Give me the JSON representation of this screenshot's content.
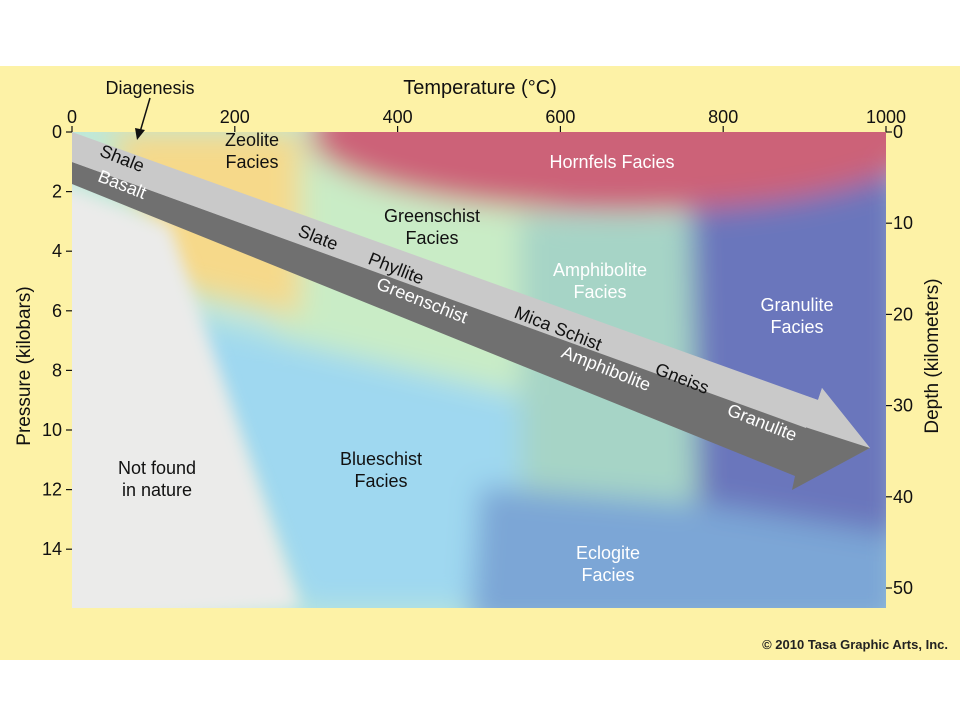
{
  "title_top": "Temperature (°C)",
  "diagenesis_label": "Diagenesis",
  "left_axis_label": "Pressure (kilobars)",
  "right_axis_label": "Depth (kilometers)",
  "top_ticks": [
    "0",
    "200",
    "400",
    "600",
    "800",
    "1000"
  ],
  "left_ticks": [
    "0",
    "2",
    "4",
    "6",
    "8",
    "10",
    "12",
    "14"
  ],
  "right_ticks": [
    "0",
    "10",
    "20",
    "30",
    "40",
    "50"
  ],
  "facies": {
    "zeolite": [
      "Zeolite",
      "Facies"
    ],
    "hornfels": [
      "Hornfels Facies"
    ],
    "greenschist": [
      "Greenschist",
      "Facies"
    ],
    "amphibolite": [
      "Amphibolite",
      "Facies"
    ],
    "granulite": [
      "Granulite",
      "Facies"
    ],
    "blueschist": [
      "Blueschist",
      "Facies"
    ],
    "eclogite": [
      "Eclogite",
      "Facies"
    ],
    "not_found": [
      "Not found",
      "in nature"
    ]
  },
  "arrow_upper": [
    "Shale",
    "Slate",
    "Phyllite",
    "Mica Schist",
    "Gneiss"
  ],
  "arrow_lower": [
    "Basalt",
    "Greenschist",
    "Amphibolite",
    "Granulite"
  ],
  "credit": "© 2010 Tasa Graphic Arts, Inc.",
  "colors": {
    "frame": "#fdf2a6",
    "hornfels": "#cc6278",
    "granulite": "#6b76bc",
    "blueschist": "#9fd8f0",
    "eclogite": "#7ba6d6",
    "not_found": "#ebebea",
    "arrow_light": "#c9c9c9",
    "arrow_dark": "#707070"
  }
}
